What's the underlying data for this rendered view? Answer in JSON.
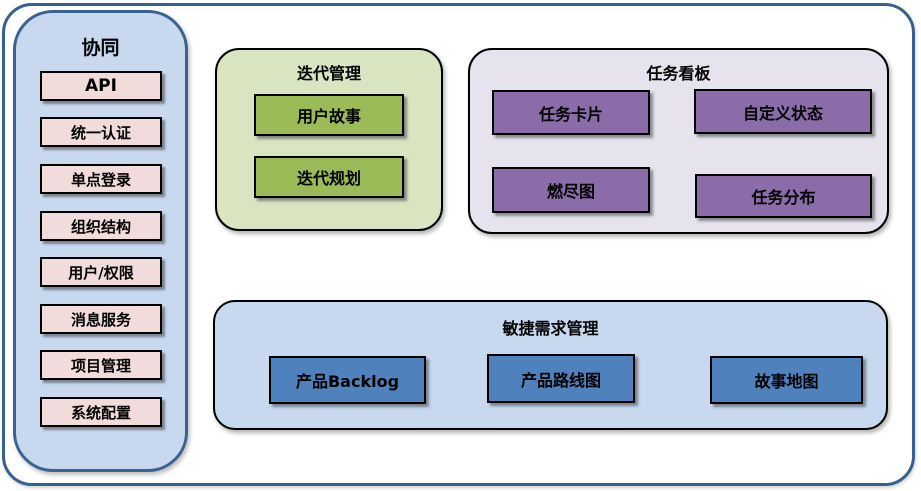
{
  "groups": {
    "collab": {
      "title": "协同",
      "items": [
        "API",
        "统一认证",
        "单点登录",
        "组织结构",
        "用户/权限",
        "消息服务",
        "项目管理",
        "系统配置"
      ]
    },
    "iteration": {
      "title": "迭代管理",
      "items": [
        "用户故事",
        "迭代规划"
      ]
    },
    "kanban": {
      "title": "任务看板",
      "items": [
        "任务卡片",
        "自定义状态",
        "燃尽图",
        "任务分布"
      ]
    },
    "agile": {
      "title": "敏捷需求管理",
      "items": [
        "产品Backlog",
        "产品路线图",
        "故事地图"
      ]
    }
  },
  "colors": {
    "outer_border": "#35618e",
    "collab_panel_bg": "#c7d8ef",
    "collab_panel_border": "#3c6291",
    "collab_item_bg": "#f2dcdb",
    "iteration_panel_bg": "#d9e5c1",
    "iteration_item_bg": "#9bbb59",
    "kanban_panel_bg": "#e6e2ee",
    "kanban_item_bg": "#8a6ca9",
    "agile_panel_bg": "#c7d8ef",
    "agile_item_bg": "#4f81bd",
    "item_border": "#000000"
  }
}
